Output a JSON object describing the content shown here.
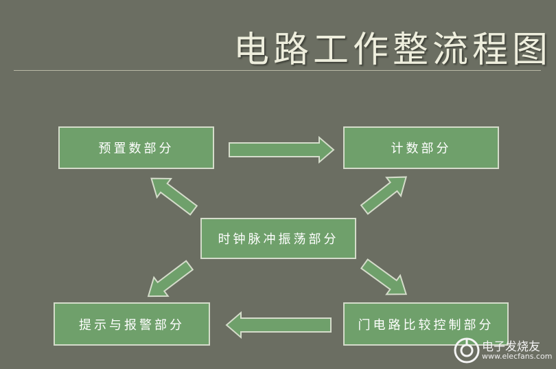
{
  "title": "电路工作整流程图",
  "nodes": {
    "preset": "预置数部分",
    "count": "计数部分",
    "clock": "时钟脉冲振荡部分",
    "alarm": "提示与报警部分",
    "gate": "门电路比较控制部分"
  },
  "edges": [
    {
      "from": "preset",
      "to": "count"
    },
    {
      "from": "clock",
      "to": "preset"
    },
    {
      "from": "clock",
      "to": "count"
    },
    {
      "from": "clock",
      "to": "alarm"
    },
    {
      "from": "clock",
      "to": "gate"
    },
    {
      "from": "gate",
      "to": "alarm"
    }
  ],
  "watermark": {
    "text": "电子发烧友",
    "url": "www.elecfans.com",
    "icon": "elecfans-logo-icon"
  },
  "colors": {
    "background": "#6b6e62",
    "box_fill": "#6fa06b",
    "box_border": "#d5dccb",
    "arrow_fill": "#6fa06b",
    "arrow_stroke": "#d5dccb",
    "title": "#eeeedd"
  }
}
